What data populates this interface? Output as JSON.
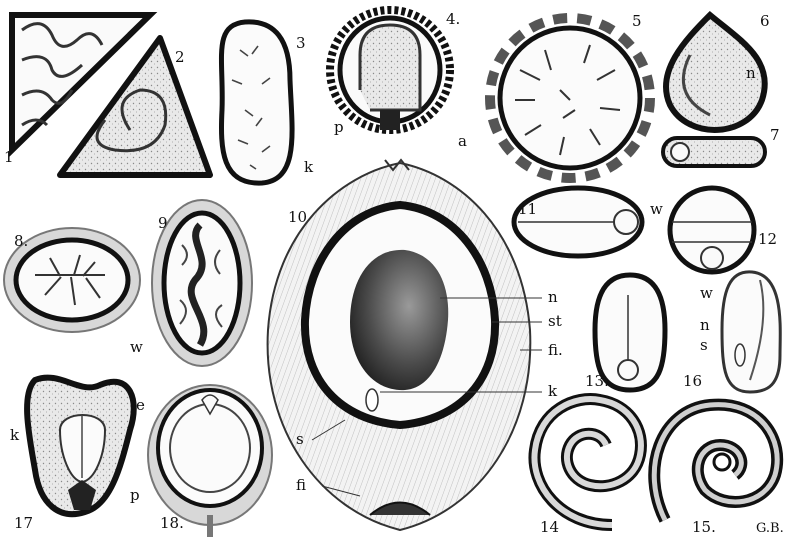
{
  "figures": [
    {
      "id": "fig-1",
      "number": "1",
      "labels": []
    },
    {
      "id": "fig-2",
      "number": "2",
      "labels": []
    },
    {
      "id": "fig-3",
      "number": "3",
      "labels": [
        "k"
      ]
    },
    {
      "id": "fig-4",
      "number": "4.",
      "labels": [
        "p"
      ]
    },
    {
      "id": "fig-5",
      "number": "5",
      "labels": [
        "a"
      ]
    },
    {
      "id": "fig-6",
      "number": "6",
      "labels": [
        "n"
      ]
    },
    {
      "id": "fig-7",
      "number": "7",
      "labels": []
    },
    {
      "id": "fig-8",
      "number": "8.",
      "labels": []
    },
    {
      "id": "fig-9",
      "number": "9",
      "labels": [
        "w"
      ]
    },
    {
      "id": "fig-10",
      "number": "10",
      "labels": [
        "n",
        "st",
        "fi.",
        "k",
        "s",
        "fi"
      ]
    },
    {
      "id": "fig-11",
      "number": "11",
      "labels": [
        "w"
      ]
    },
    {
      "id": "fig-12",
      "number": "12",
      "labels": [
        "w"
      ]
    },
    {
      "id": "fig-13",
      "number": "13.",
      "labels": []
    },
    {
      "id": "fig-14",
      "number": "14",
      "labels": []
    },
    {
      "id": "fig-15",
      "number": "15.",
      "labels": []
    },
    {
      "id": "fig-16",
      "number": "16",
      "labels": [
        "n",
        "s"
      ]
    },
    {
      "id": "fig-17",
      "number": "17",
      "labels": [
        "e",
        "k",
        "p"
      ]
    },
    {
      "id": "fig-18",
      "number": "18.",
      "labels": []
    }
  ],
  "signature": "G.B."
}
